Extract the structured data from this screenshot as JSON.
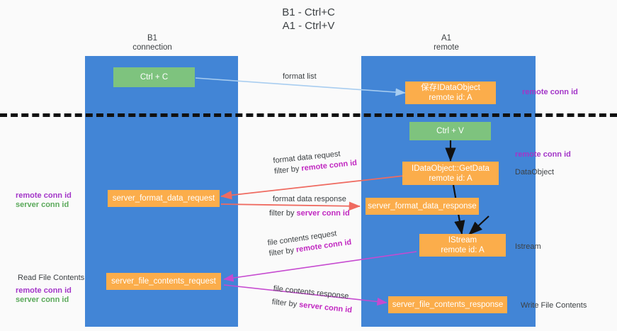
{
  "title": {
    "line1": "B1 - Ctrl+C",
    "line2": "A1 - Ctrl+V"
  },
  "columns": [
    {
      "id": "b1",
      "name": "B1",
      "role": "connection"
    },
    {
      "id": "a1",
      "name": "A1",
      "role": "remote"
    }
  ],
  "boxes": {
    "ctrl_c": {
      "line1": "Ctrl + C",
      "line2": ""
    },
    "idataobject_saved": {
      "line1": "保存IDataObject",
      "line2": "remote id: A"
    },
    "ctrl_v": {
      "line1": "Ctrl + V",
      "line2": ""
    },
    "getdata": {
      "line1": "IDataObject::GetData",
      "line2": "remote id: A"
    },
    "server_format_data_request": {
      "line1": "server_format_data_request",
      "line2": ""
    },
    "server_format_data_response": {
      "line1": "server_format_data_response",
      "line2": ""
    },
    "istream": {
      "line1": "IStream",
      "line2": "remote id: A"
    },
    "server_file_contents_request": {
      "line1": "server_file_contents_request",
      "line2": ""
    },
    "server_file_contents_response": {
      "line1": "server_file_contents_response",
      "line2": ""
    }
  },
  "arrow_labels": {
    "format_list": "format list",
    "format_data_request": "format data request",
    "format_data_request_filter_prefix": "filter by ",
    "format_data_request_filter_key": "remote conn id",
    "format_data_response": "format data response",
    "format_data_response_filter_prefix": "filter by ",
    "format_data_response_filter_key": "server conn id",
    "file_contents_request": "file contents request",
    "file_contents_request_filter_prefix": "filter by ",
    "file_contents_request_filter_key": "remote conn id",
    "file_contents_response": "file contents response",
    "file_contents_response_filter_prefix": "filter by ",
    "file_contents_response_filter_key": "server conn id"
  },
  "side_labels": {
    "right_remote_conn_id_top": "remote conn id",
    "right_remote_conn_id_mid": "remote conn id",
    "right_dataobject": "DataObject",
    "right_istream": "Istream",
    "right_write_file_contents": "Write File Contents",
    "left_remote_conn_id": "remote conn id",
    "left_server_conn_id": "server conn id",
    "left_read_file_contents": "Read File Contents",
    "left_remote_conn_id_2": "remote conn id",
    "left_server_conn_id_2": "server conn id"
  },
  "colors": {
    "column_blue": "#4285d6",
    "box_green": "#7ec37e",
    "box_orange": "#fbad4b",
    "arrow_light_blue": "#a8cdf0",
    "arrow_black": "#111111",
    "arrow_red": "#ef6b61",
    "arrow_magenta": "#c64ad0",
    "key_purple": "#a335c8",
    "key_green": "#5aa95a",
    "divider": "#111111"
  }
}
